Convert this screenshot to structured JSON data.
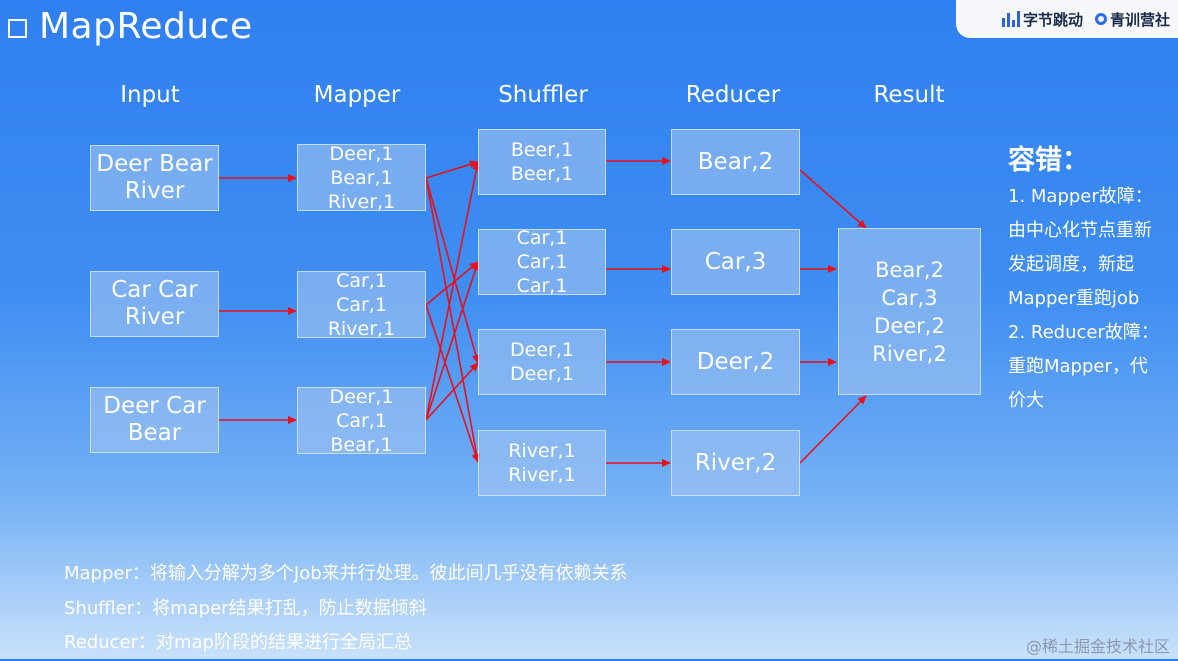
{
  "title": "MapReduce",
  "brand": {
    "bytedance": "字节跳动",
    "camp": "青训营社"
  },
  "columns": [
    "Input",
    "Mapper",
    "Shuffler",
    "Reducer",
    "Result"
  ],
  "inputs": [
    {
      "lines": [
        "Deer Bear",
        "River"
      ]
    },
    {
      "lines": [
        "Car Car",
        "River"
      ]
    },
    {
      "lines": [
        "Deer Car",
        "Bear"
      ]
    }
  ],
  "mappers": [
    {
      "lines": [
        "Deer,1",
        "Bear,1",
        "River,1"
      ]
    },
    {
      "lines": [
        "Car,1",
        "Car,1",
        "River,1"
      ]
    },
    {
      "lines": [
        "Deer,1",
        "Car,1",
        "Bear,1"
      ]
    }
  ],
  "shufflers": [
    {
      "lines": [
        "Beer,1",
        "Beer,1"
      ]
    },
    {
      "lines": [
        "Car,1",
        "Car,1",
        "Car,1"
      ]
    },
    {
      "lines": [
        "Deer,1",
        "Deer,1"
      ]
    },
    {
      "lines": [
        "River,1",
        "River,1"
      ]
    }
  ],
  "reducers": [
    "Bear,2",
    "Car,3",
    "Deer,2",
    "River,2"
  ],
  "result": [
    "Bear,2",
    "Car,3",
    "Deer,2",
    "River,2"
  ],
  "fault_tolerance": {
    "title": "容错：",
    "lines": [
      "1. Mapper故障：",
      "由中心化节点重新",
      "发起调度，新起",
      "Mapper重跑job",
      "2. Reducer故障：",
      "重跑Mapper，代",
      "价大"
    ]
  },
  "notes": [
    "Mapper：将输入分解为多个Job来并行处理。彼此间几乎没有依赖关系",
    "Shuffler：将maper结果打乱，防止数据倾斜",
    "Reducer：对map阶段的结果进行全局汇总"
  ],
  "watermark": "@稀土掘金技术社区",
  "colors": {
    "arrow": "#e8101a",
    "box_fill": "rgba(160,196,240,0.62)"
  }
}
